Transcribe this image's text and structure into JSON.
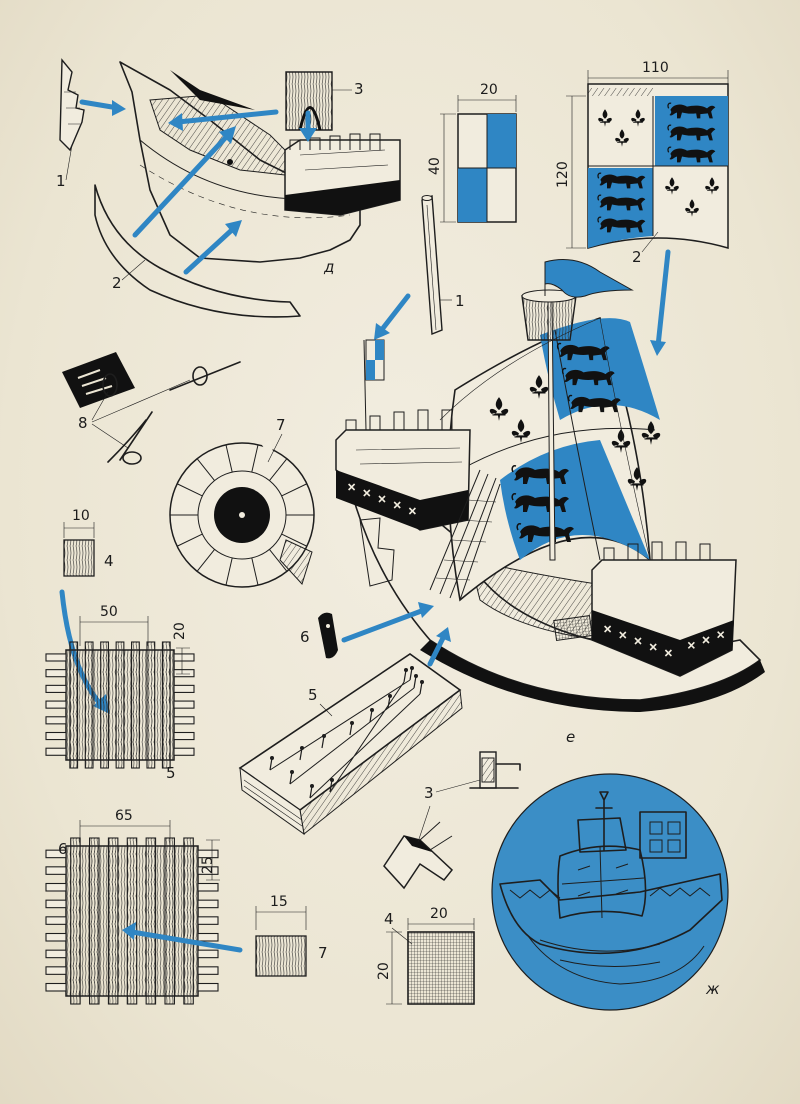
{
  "colors": {
    "paper": "#ece6d4",
    "ink": "#1e1e1e",
    "accent_blue": "#2f86c4",
    "medallion": "#3b8ec6"
  },
  "parts": {
    "p1_top": "1",
    "p2_top": "2",
    "p3_top": "3",
    "p1_mast": "1",
    "p2_sail": "2",
    "p8": "8",
    "p7_wheel": "7",
    "p4": "4",
    "p5_comb": "5",
    "p6_pennant": "6",
    "p5_block": "5",
    "p3_pulley": "3",
    "p6_comb": "6",
    "p7": "7",
    "p4_grid": "4"
  },
  "figure_letters": {
    "d": "д",
    "e": "е",
    "zh": "ж"
  },
  "dimensions": {
    "flag_w": "20",
    "flag_h": "40",
    "sail_w": "110",
    "sail_h": "120",
    "part4_w": "10",
    "comb5_w": "50",
    "comb5_h": "20",
    "comb6_w": "65",
    "comb6_h": "25",
    "part7_w": "15",
    "grid_w": "20",
    "grid_h": "20"
  },
  "icons": [
    "fleur-de-lis-icon",
    "lion-passant-icon",
    "arrow-icon"
  ]
}
